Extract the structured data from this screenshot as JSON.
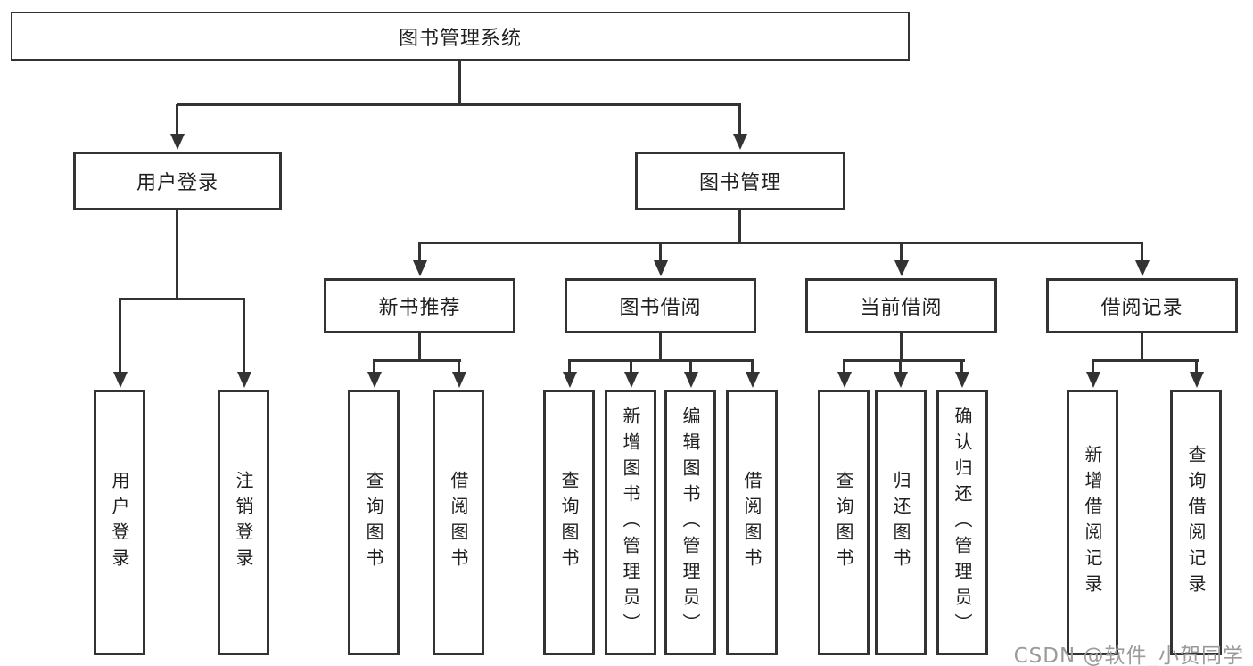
{
  "root": {
    "label": "图书管理系统"
  },
  "level1": [
    {
      "label": "用户登录"
    },
    {
      "label": "图书管理"
    }
  ],
  "level2": [
    {
      "label": "新书推荐"
    },
    {
      "label": "图书借阅"
    },
    {
      "label": "当前借阅"
    },
    {
      "label": "借阅记录"
    }
  ],
  "leaves": {
    "login": [
      "用户登录",
      "注销登录"
    ],
    "recommend": [
      "查询图书",
      "借阅图书"
    ],
    "borrow": [
      "查询图书",
      "新增图书（管理员）",
      "编辑图书（管理员）",
      "借阅图书"
    ],
    "current": [
      "查询图书",
      "归还图书",
      "确认归还（管理员）"
    ],
    "records": [
      "新增借阅记录",
      "查询借阅记录"
    ]
  },
  "watermark": "CSDN @软件_小贺同学",
  "colors": {
    "line": "#333333",
    "text": "#1f1f1f",
    "watermark": "#9b9b9b",
    "background": "#ffffff"
  }
}
